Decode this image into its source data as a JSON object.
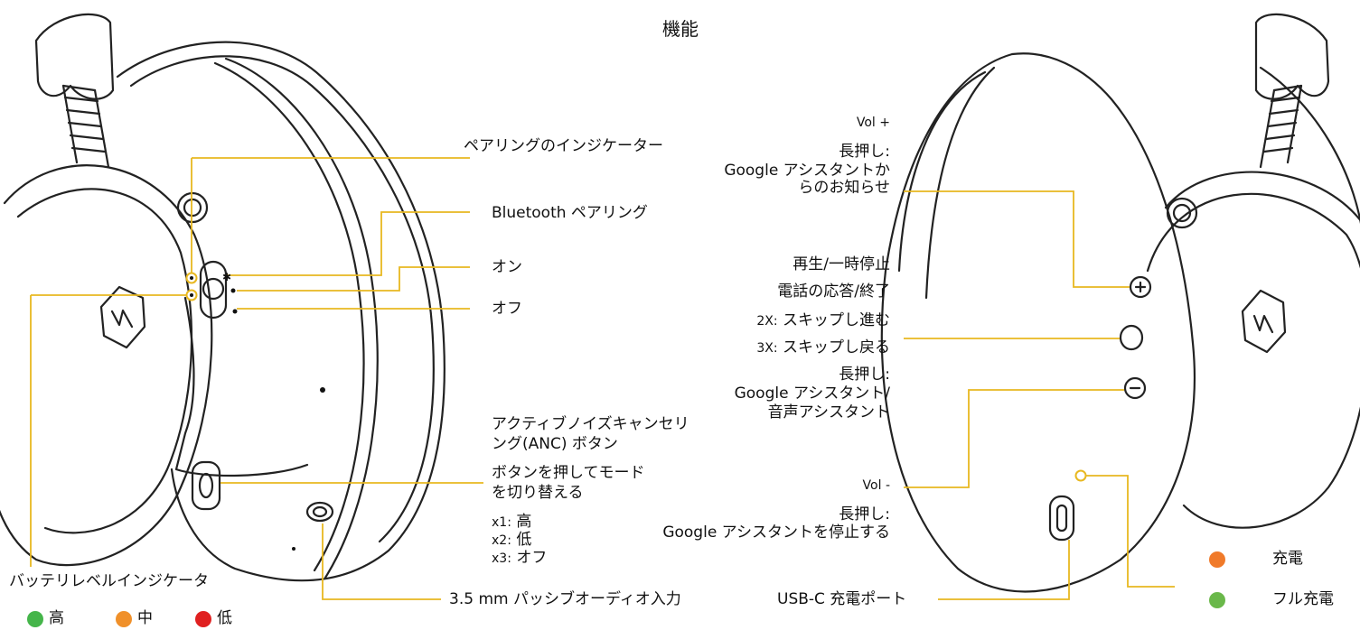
{
  "title": "機能",
  "colors": {
    "leader": "#e8b820",
    "high": "#45b54a",
    "mid": "#f0902a",
    "low": "#e02020",
    "charging": "#f07a2a",
    "full": "#6ab84a"
  },
  "left": {
    "pairing_indicator": "ペアリングのインジケーター",
    "bluetooth_pairing": "Bluetooth ペアリング",
    "on": "オン",
    "off": "オフ",
    "anc": {
      "line1": "アクティブノイズキャンセリ",
      "line2": "ング(ANC) ボタン",
      "line3": "ボタンを押してモード",
      "line4": "を切り替える",
      "x1": {
        "prefix": "x1:",
        "value": "高"
      },
      "x2": {
        "prefix": "x2:",
        "value": "低"
      },
      "x3": {
        "prefix": "x3:",
        "value": "オフ"
      }
    },
    "battery": {
      "title": "バッテリレベルインジケータ",
      "high": "高",
      "mid": "中",
      "low": "低"
    },
    "audio_input": "3.5 mm パッシブオーディオ入力"
  },
  "right": {
    "vol_plus": {
      "label": "Vol +",
      "line1": "長押し:",
      "line2": "Google アシスタントか",
      "line3": "らのお知らせ"
    },
    "play": {
      "line1": "再生/一時停止",
      "line2": "電話の応答/終了",
      "line3_prefix": "2X:",
      "line3": "スキップし進む",
      "line4_prefix": "3X:",
      "line4": "スキップし戻る",
      "line5": "長押し:",
      "line6": "Google アシスタント/",
      "line7": "音声アシスタント"
    },
    "vol_minus": {
      "label": "Vol -",
      "line1": "長押し:",
      "line2": "Google アシスタントを停止する"
    },
    "usb": "USB-C 充電ポート",
    "charging": "充電",
    "full_charge": "フル充電"
  }
}
